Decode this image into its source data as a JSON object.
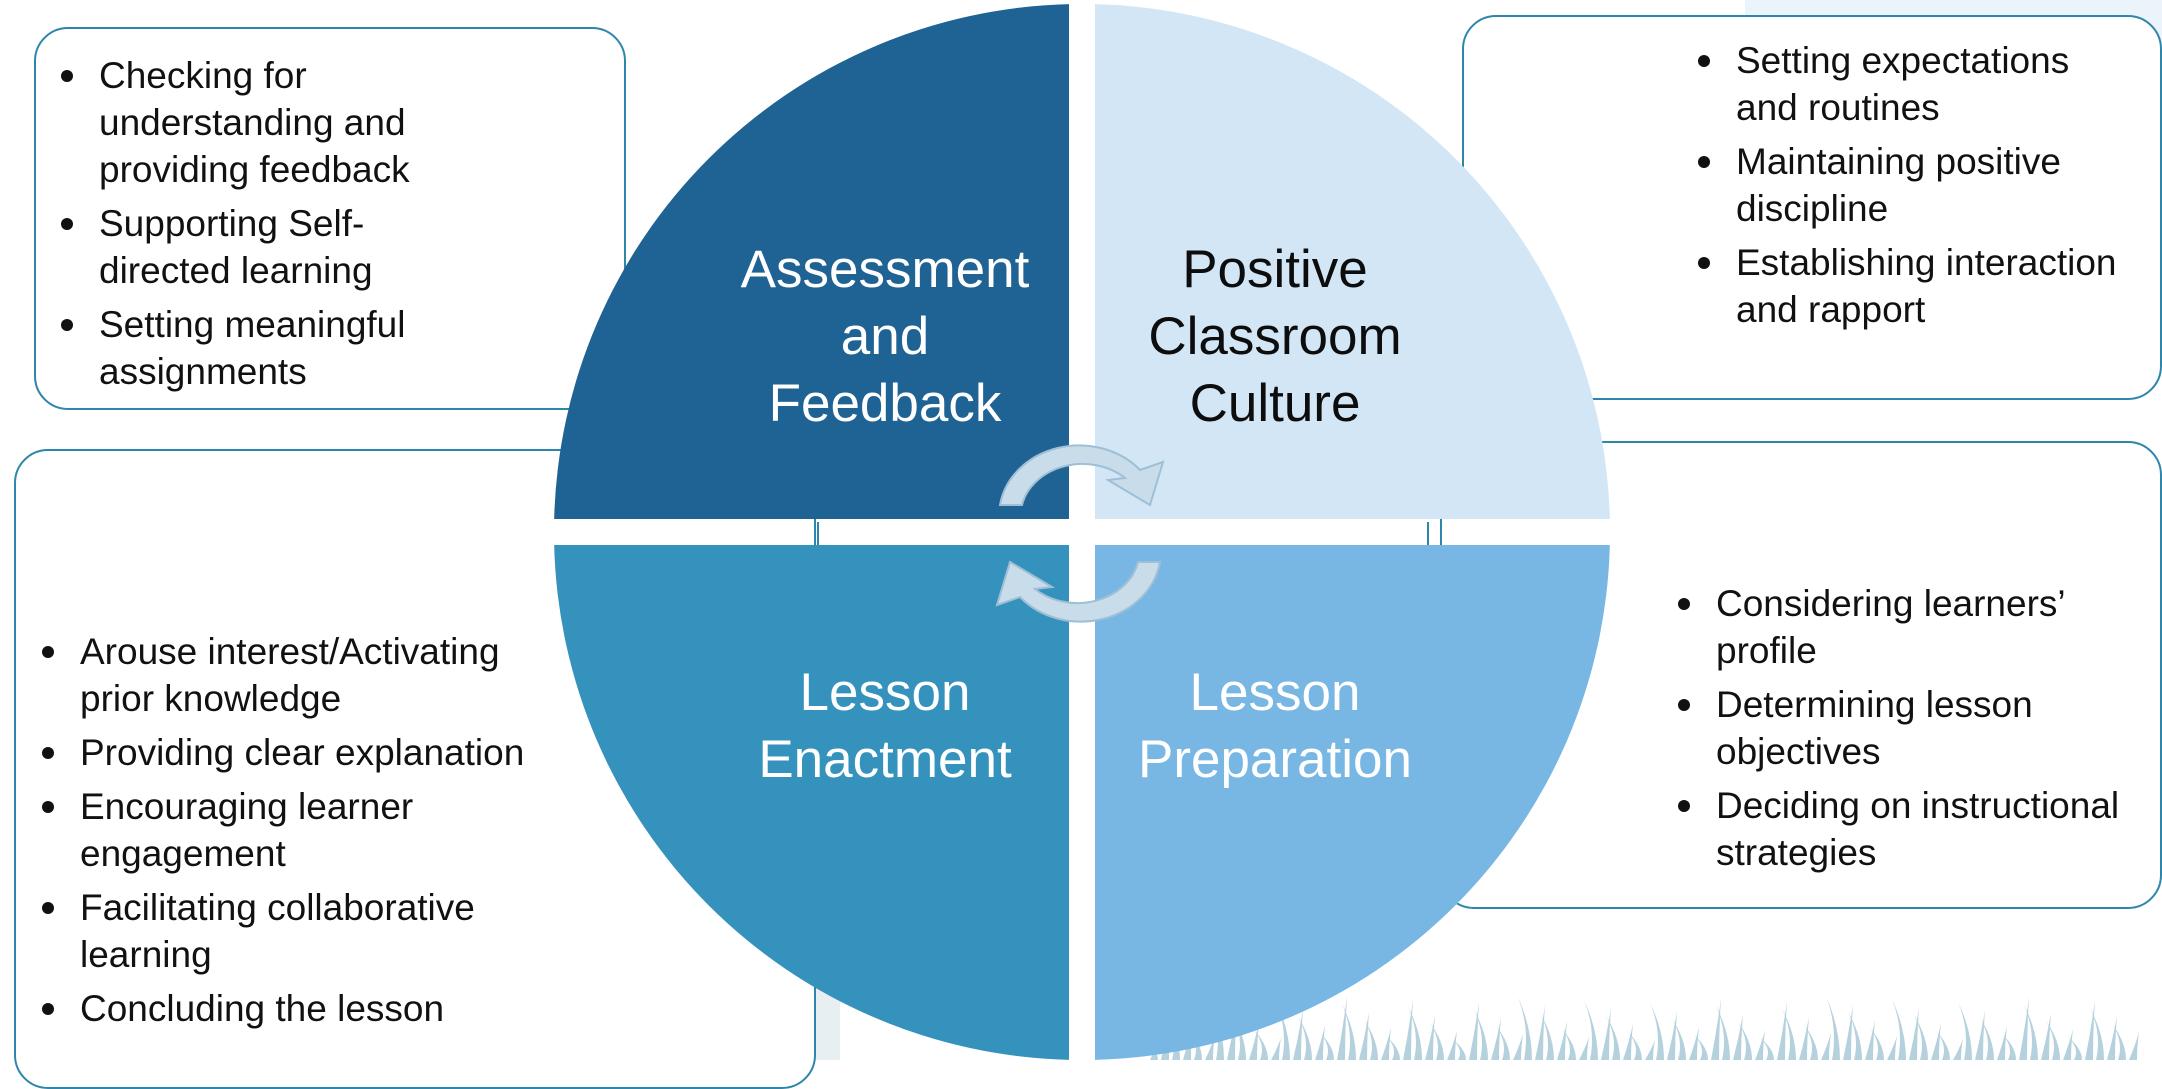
{
  "diagram": {
    "quadrants": [
      {
        "id": "assessment",
        "lines": [
          "Assessment",
          "and",
          "Feedback"
        ],
        "color": "#1f6294"
      },
      {
        "id": "culture",
        "lines": [
          "Positive",
          "Classroom",
          "Culture"
        ],
        "color": "#d2e6f5"
      },
      {
        "id": "enactment",
        "lines": [
          "Lesson",
          "Enactment"
        ],
        "color": "#3592bd"
      },
      {
        "id": "preparation",
        "lines": [
          "Lesson",
          "Preparation"
        ],
        "color": "#78b7e3"
      }
    ],
    "boxes": {
      "assessment": [
        "Checking for understanding and providing feedback",
        "Supporting Self-directed learning",
        "Setting meaningful assignments"
      ],
      "culture": [
        "Setting expectations and routines",
        "Maintaining positive discipline",
        "Establishing interaction and rapport"
      ],
      "enactment": [
        "Arouse interest/Activating prior knowledge",
        "Providing clear explanation",
        "Encouraging learner engagement",
        "Facilitating collaborative learning",
        "Concluding the lesson"
      ],
      "preparation": [
        "Considering learners’ profile",
        "Determining lesson objectives",
        "Deciding on instructional strategies"
      ]
    },
    "colors": {
      "box_border": "#2e86ab",
      "cycle_arrow": "#c9dcea"
    }
  }
}
